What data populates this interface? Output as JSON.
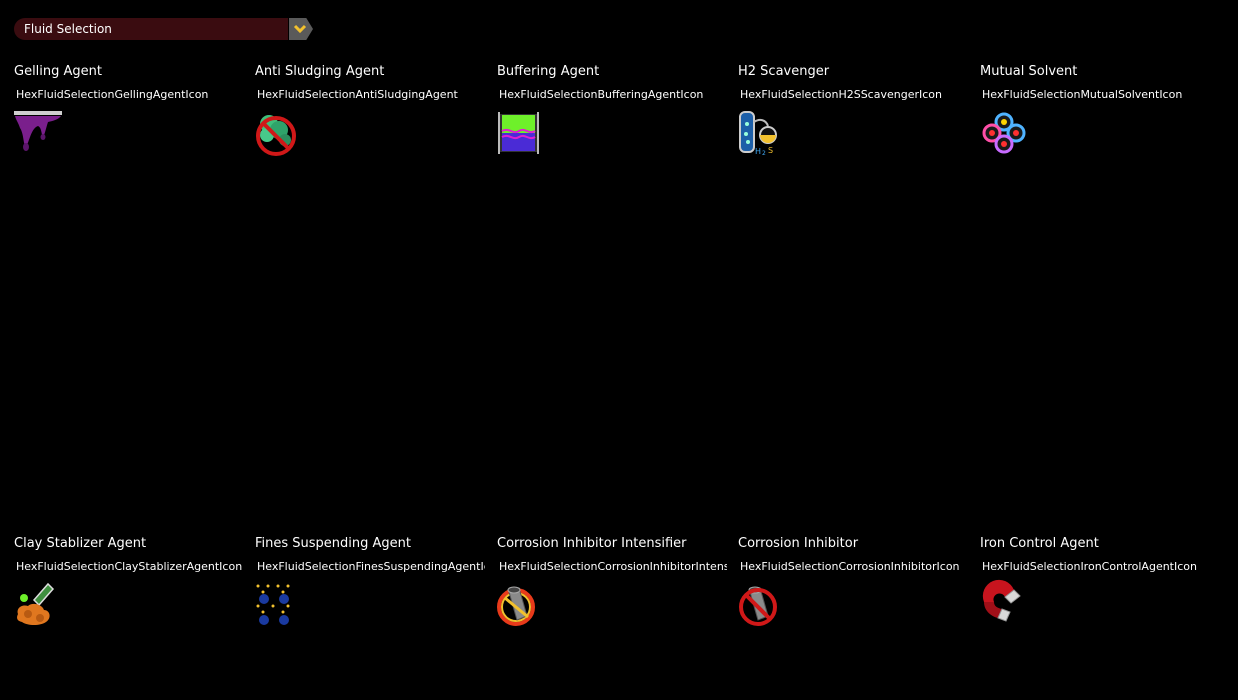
{
  "header": {
    "dropdown_label": "Fluid Selection"
  },
  "tiles": [
    {
      "title": "Gelling Agent",
      "icon_name": "HexFluidSelectionGellingAgentIcon"
    },
    {
      "title": "Anti Sludging Agent",
      "icon_name": "HexFluidSelectionAntiSludgingAgent"
    },
    {
      "title": "Buffering Agent",
      "icon_name": "HexFluidSelectionBufferingAgentIcon"
    },
    {
      "title": "H2 Scavenger",
      "icon_name": "HexFluidSelectionH2SScavengerIcon"
    },
    {
      "title": "Mutual Solvent",
      "icon_name": "HexFluidSelectionMutualSolventIcon"
    },
    {
      "title": "Clay Stablizer Agent",
      "icon_name": "HexFluidSelectionClayStablizerAgentIcon"
    },
    {
      "title": "Fines Suspending Agent",
      "icon_name": "HexFluidSelectionFinesSuspendingAgentIco"
    },
    {
      "title": "Corrosion Inhibitor Intensifier",
      "icon_name": "HexFluidSelectionCorrosionInhibitorIntensif"
    },
    {
      "title": "Corrosion Inhibitor",
      "icon_name": "HexFluidSelectionCorrosionInhibitorIcon"
    },
    {
      "title": "Iron Control Agent",
      "icon_name": "HexFluidSelectionIronControlAgentIcon"
    }
  ],
  "colors": {
    "dropdown_bg": "#3a0c10",
    "dropdown_button": "#5a5a5a",
    "chevron": "#f2c12e",
    "background": "#000000"
  }
}
